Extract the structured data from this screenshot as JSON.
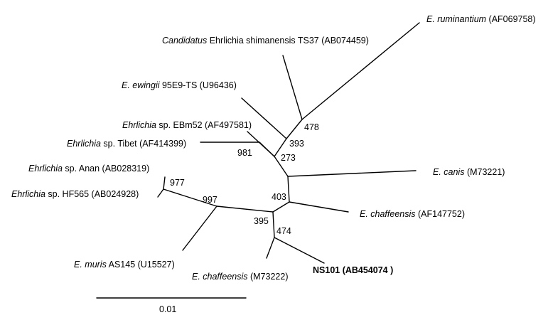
{
  "colors": {
    "line": "#000000",
    "background": "#ffffff"
  },
  "taxa": {
    "ruminantium": {
      "genus": "E. ruminantium",
      "rest": " (AF069758)"
    },
    "shimanensis": {
      "genus": "Candidatus",
      "rest": " Ehrlichia shimanensis TS37 (AB074459)"
    },
    "ewingii": {
      "genus": "E. ewingii",
      "rest": " 95E9-TS  (U96436)"
    },
    "ebm52": {
      "genus": "Ehrlichia",
      "rest": " sp. EBm52 (AF497581)"
    },
    "tibet": {
      "genus": "Ehrlichia",
      "rest": " sp. Tibet (AF414399)"
    },
    "canis": {
      "genus": "E. canis",
      "rest": " (M73221)"
    },
    "anan": {
      "genus": "Ehrlichia",
      "rest": " sp. Anan (AB028319)"
    },
    "hf565": {
      "genus": "Ehrlichia",
      "rest": " sp. HF565 (AB024928)"
    },
    "chaffeensis_af": {
      "genus": "E. chaffeensis",
      "rest": " (AF147752)"
    },
    "muris": {
      "genus": "E. muris",
      "rest": " AS145 (U15527)"
    },
    "chaffeensis_m": {
      "genus": "E. chaffeensis",
      "rest": " (M73222)"
    },
    "ns101": {
      "label": "NS101 (AB454074 )"
    }
  },
  "bootstrap": {
    "b478": "478",
    "b393": "393",
    "b273": "273",
    "b981": "981",
    "b977": "977",
    "b997": "997",
    "b403": "403",
    "b395": "395",
    "b474": "474"
  },
  "scale_bar": {
    "label": "0.01"
  }
}
